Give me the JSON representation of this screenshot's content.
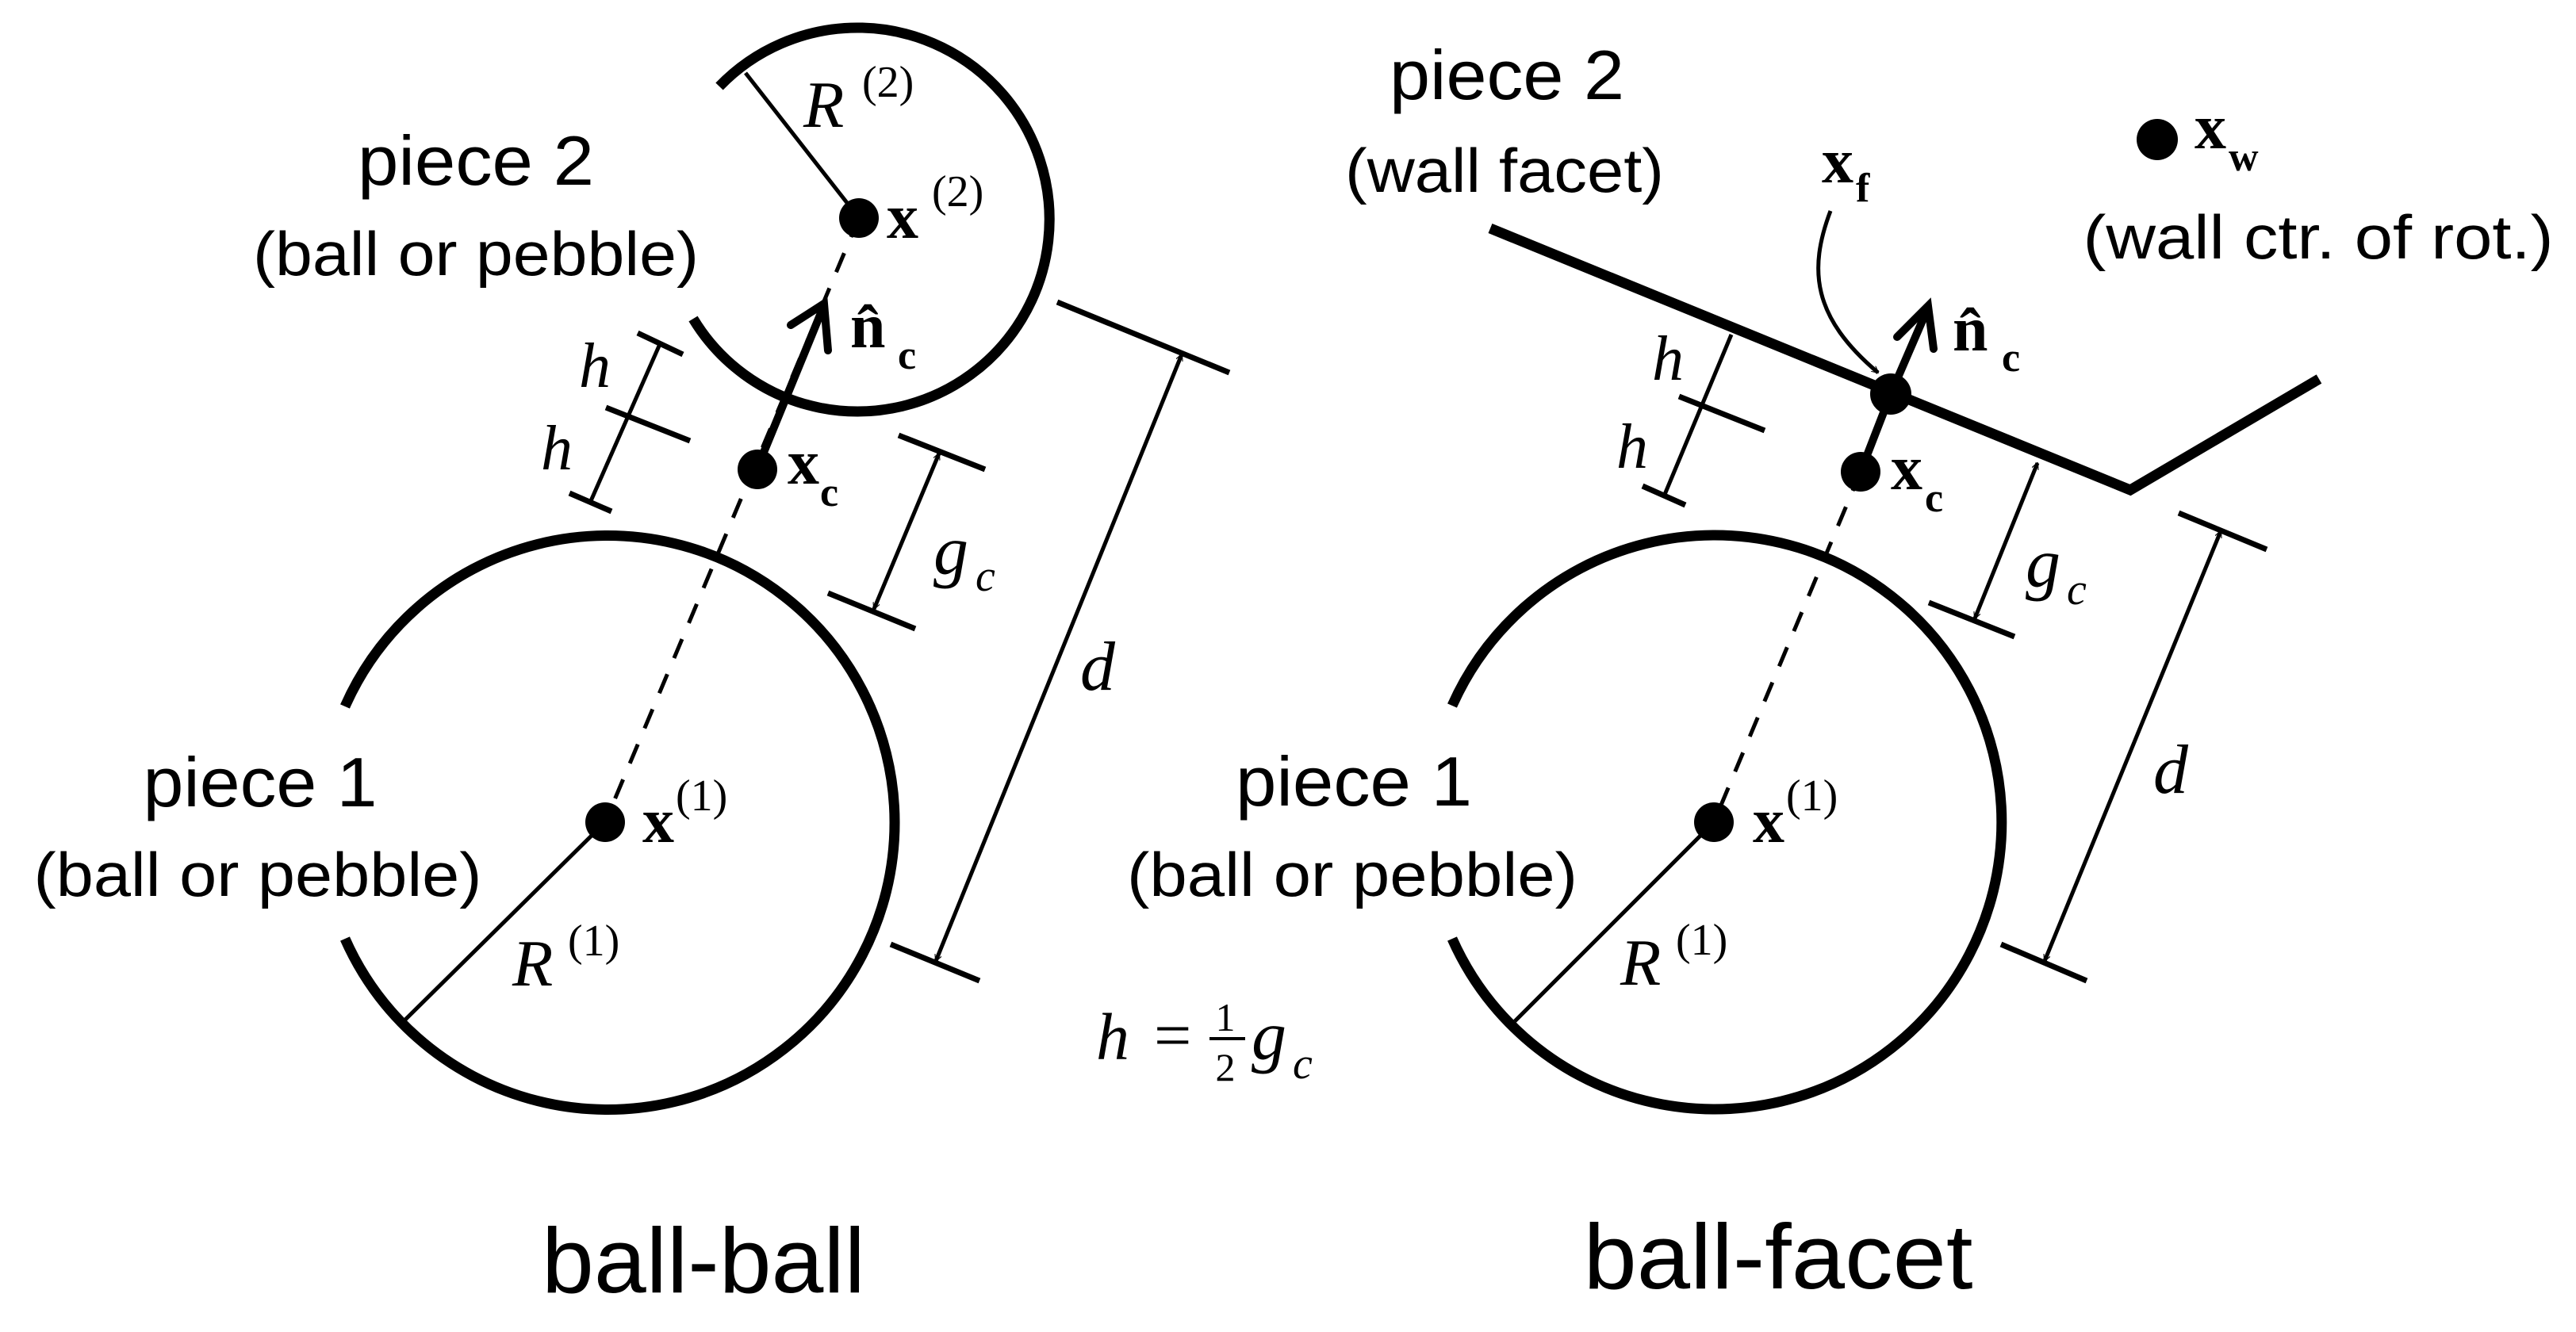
{
  "figure": {
    "panels": [
      {
        "id": "ball-ball",
        "caption": "ball-ball",
        "piece2": {
          "title": "piece 2",
          "subtitle": "(ball or pebble)"
        },
        "piece1": {
          "title": "piece 1",
          "subtitle": "(ball or pebble)"
        },
        "symbols": {
          "x2_base": "x",
          "x2_sup": "(2)",
          "R2_base": "R",
          "R2_sup": "(2)",
          "nc_base": "n̂",
          "nc_sub": "c",
          "xc_base": "x",
          "xc_sub": "c",
          "gc_base": "g",
          "gc_sub": "c",
          "d": "d",
          "h_top": "h",
          "h_bottom": "h",
          "x1_base": "x",
          "x1_sup": "(1)",
          "R1_base": "R",
          "R1_sup": "(1)"
        },
        "formula": {
          "lhs": "h",
          "eq": "=",
          "num": "1",
          "den": "2",
          "rhs_base": "g",
          "rhs_sub": "c"
        }
      },
      {
        "id": "ball-facet",
        "caption": "ball-facet",
        "piece2": {
          "title": "piece 2",
          "subtitle": "(wall facet)"
        },
        "piece1": {
          "title": "piece 1",
          "subtitle": "(ball or pebble)"
        },
        "wall_center": {
          "base": "x",
          "sub": "w",
          "note": "(wall ctr. of rot.)"
        },
        "symbols": {
          "xf_base": "x",
          "xf_sub": "f",
          "nc_base": "n̂",
          "nc_sub": "c",
          "xc_base": "x",
          "xc_sub": "c",
          "gc_base": "g",
          "gc_sub": "c",
          "d": "d",
          "h_top": "h",
          "h_bottom": "h",
          "x1_base": "x",
          "x1_sup": "(1)",
          "R1_base": "R",
          "R1_sup": "(1)"
        }
      }
    ]
  }
}
